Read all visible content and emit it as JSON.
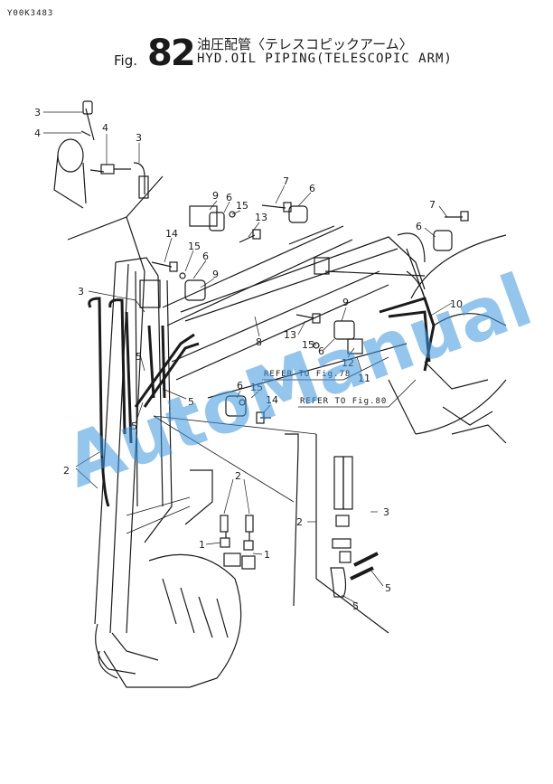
{
  "header": {
    "doc_code": "Y00K3483",
    "fig_prefix": "Fig.",
    "fig_number": "82",
    "title_jp": "油圧配管〈テレスコピックアーム〉",
    "title_en": "HYD.OIL PIPING(TELESCOPIC ARM)"
  },
  "references": {
    "ref_78": "REFER TO Fig.78",
    "ref_80": "REFER TO Fig.80"
  },
  "watermark": "AutoManual",
  "callouts": {
    "c1": "3",
    "c2": "4",
    "c3": "4",
    "c4": "3",
    "c5": "7",
    "c6": "6",
    "c7": "9",
    "c8": "6",
    "c9": "15",
    "c10": "13",
    "c11": "14",
    "c12": "15",
    "c13": "6",
    "c14": "9",
    "c15": "7",
    "c16": "6",
    "c17": "3",
    "c18": "10",
    "c19": "9",
    "c20": "13",
    "c21": "15",
    "c22": "6",
    "c23": "12",
    "c24": "11",
    "c25": "8",
    "c26": "5",
    "c27": "5",
    "c28": "5",
    "c29": "6",
    "c30": "15",
    "c31": "14",
    "c32": "2",
    "c33": "2",
    "c34": "1",
    "c35": "1",
    "c36": "2",
    "c37": "3",
    "c38": "5",
    "c39": "5"
  },
  "colors": {
    "line": "#1a1a1a",
    "watermark": "#3c96dc"
  }
}
